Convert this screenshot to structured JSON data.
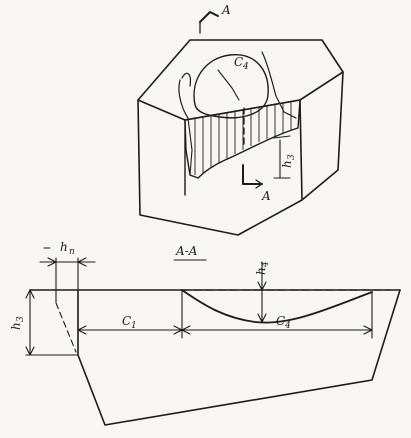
{
  "figure": {
    "labels": {
      "section_mark_top": "A",
      "section_mark_bottom": "A",
      "section_title": "A-A",
      "dim_c4_top": "C",
      "dim_c4_top_sub": "4",
      "dim_h3_top": "h",
      "dim_h3_top_sub": "3",
      "dim_hn": "h",
      "dim_hn_sub": "n",
      "dim_h4": "h",
      "dim_h4_sub": "4",
      "dim_h3": "h",
      "dim_h3_sub": "3",
      "dim_c1": "C",
      "dim_c1_sub": "1",
      "dim_c4": "C",
      "dim_c4_sub": "4"
    }
  }
}
